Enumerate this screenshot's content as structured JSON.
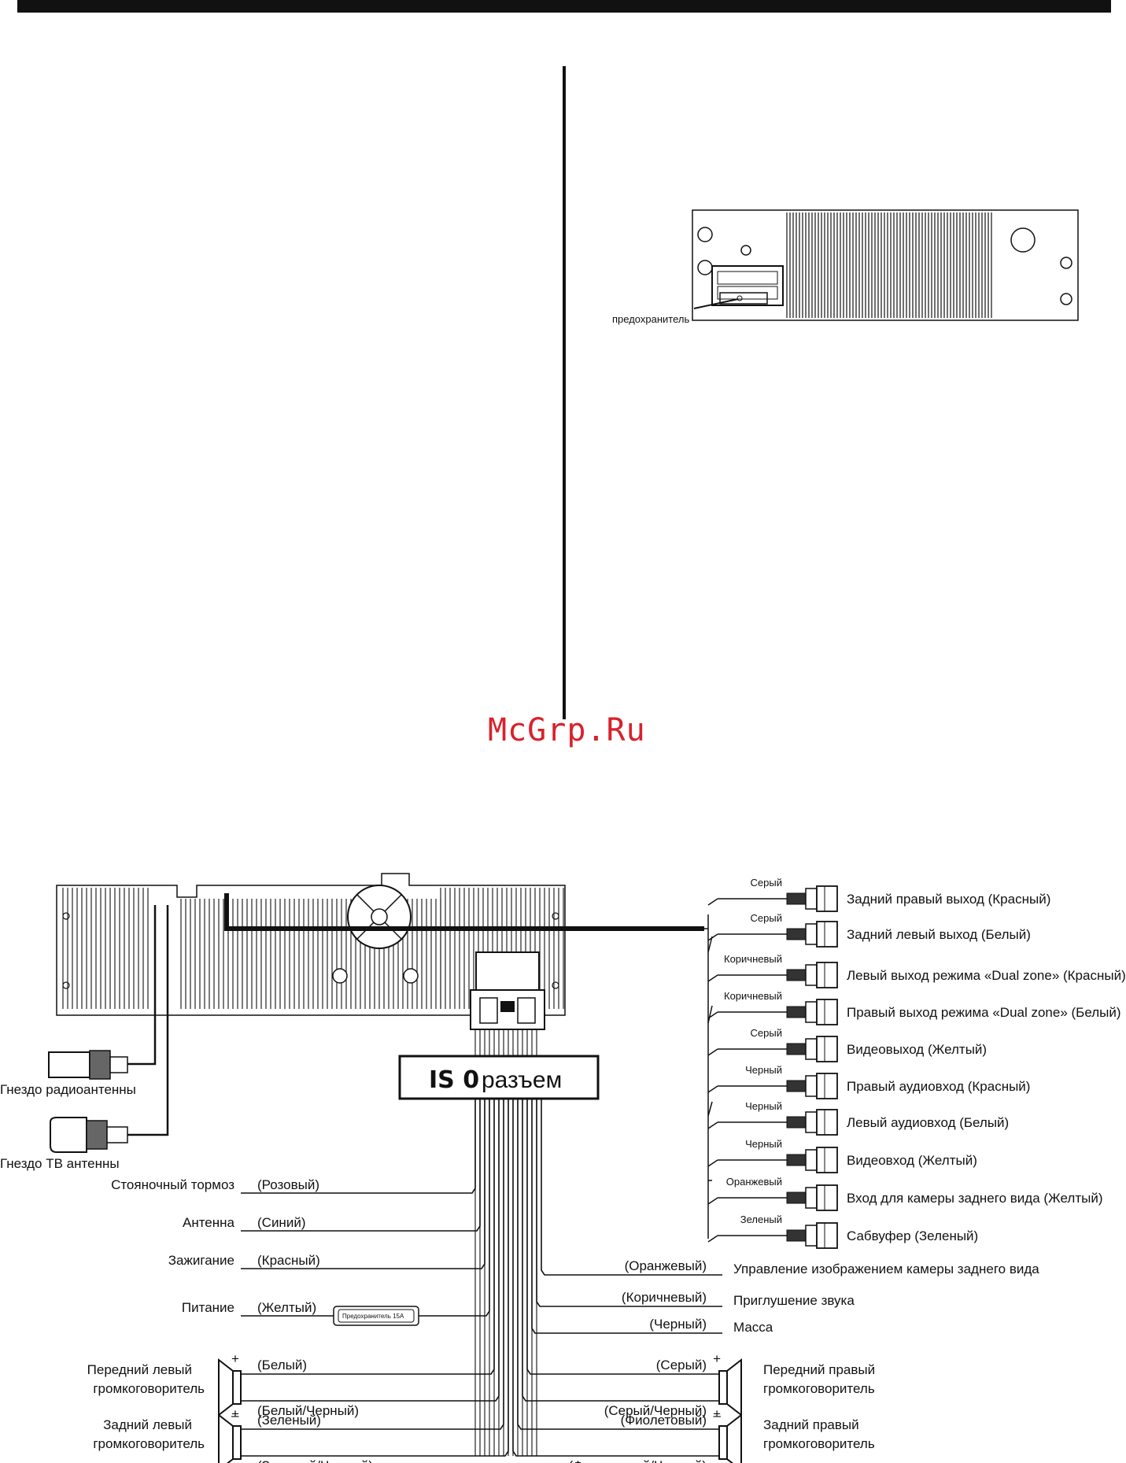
{
  "watermark": "McGrp.Ru",
  "fuse_diagram": {
    "label": "предохранитель"
  },
  "iso": {
    "bold": "IS 0",
    "text": "разъем"
  },
  "fuse_box": {
    "label": "Предохранитель 15А"
  },
  "antennas": [
    {
      "label": "Гнездо радиоантенны"
    },
    {
      "label": "Гнездо ТВ антенны"
    }
  ],
  "rca_outputs": [
    {
      "wire": "Серый",
      "label": "Задний правый выход (Красный)"
    },
    {
      "wire": "Серый",
      "label": "Задний левый выход (Белый)"
    },
    {
      "wire": "Коричневый",
      "label": "Левый выход режима «Dual zone» (Красный)"
    },
    {
      "wire": "Коричневый",
      "label": "Правый выход режима «Dual zone» (Белый)"
    },
    {
      "wire": "Серый",
      "label": "Видеовыход (Желтый)"
    },
    {
      "wire": "Черный",
      "label": "Правый аудиовход (Красный)"
    },
    {
      "wire": "Черный",
      "label": "Левый аудиовход (Белый)"
    },
    {
      "wire": "Черный",
      "label": "Видеовход (Желтый)"
    },
    {
      "wire": "Оранжевый",
      "label": "Вход для камеры заднего вида (Желтый)"
    },
    {
      "wire": "Зеленый",
      "label": "Сабвуфер (Зеленый)"
    }
  ],
  "left_wires": [
    {
      "name": "Стояночный тормоз",
      "color": "(Розовый)"
    },
    {
      "name": "Антенна",
      "color": "(Синий)"
    },
    {
      "name": "Зажигание",
      "color": "(Красный)"
    },
    {
      "name": "Питание",
      "color": "(Желтый)"
    }
  ],
  "right_wires": [
    {
      "color": "(Оранжевый)",
      "name": "Управление изображением камеры заднего вида"
    },
    {
      "color": "(Коричневый)",
      "name": "Приглушение звука"
    },
    {
      "color": "(Черный)",
      "name": "Масса"
    }
  ],
  "speakers": {
    "front_left": {
      "name1": "Передний левый",
      "name2": "громкоговоритель",
      "plus": "(Белый)",
      "minus": "(Белый/Черный)"
    },
    "rear_left": {
      "name1": "Задний левый",
      "name2": "громкоговоритель",
      "plus": "(Зеленый)",
      "minus": "(Зеленый/Черный)"
    },
    "front_right": {
      "name1": "Передний правый",
      "name2": "громкоговоритель",
      "plus": "(Серый)",
      "minus": "(Серый/Черный)"
    },
    "rear_right": {
      "name1": "Задний правый",
      "name2": "громкоговоритель",
      "plus": "(Фиолетовый)",
      "minus": "(Фиолетовый/Черный)"
    }
  },
  "signs": {
    "plus": "+",
    "minus": "–"
  }
}
